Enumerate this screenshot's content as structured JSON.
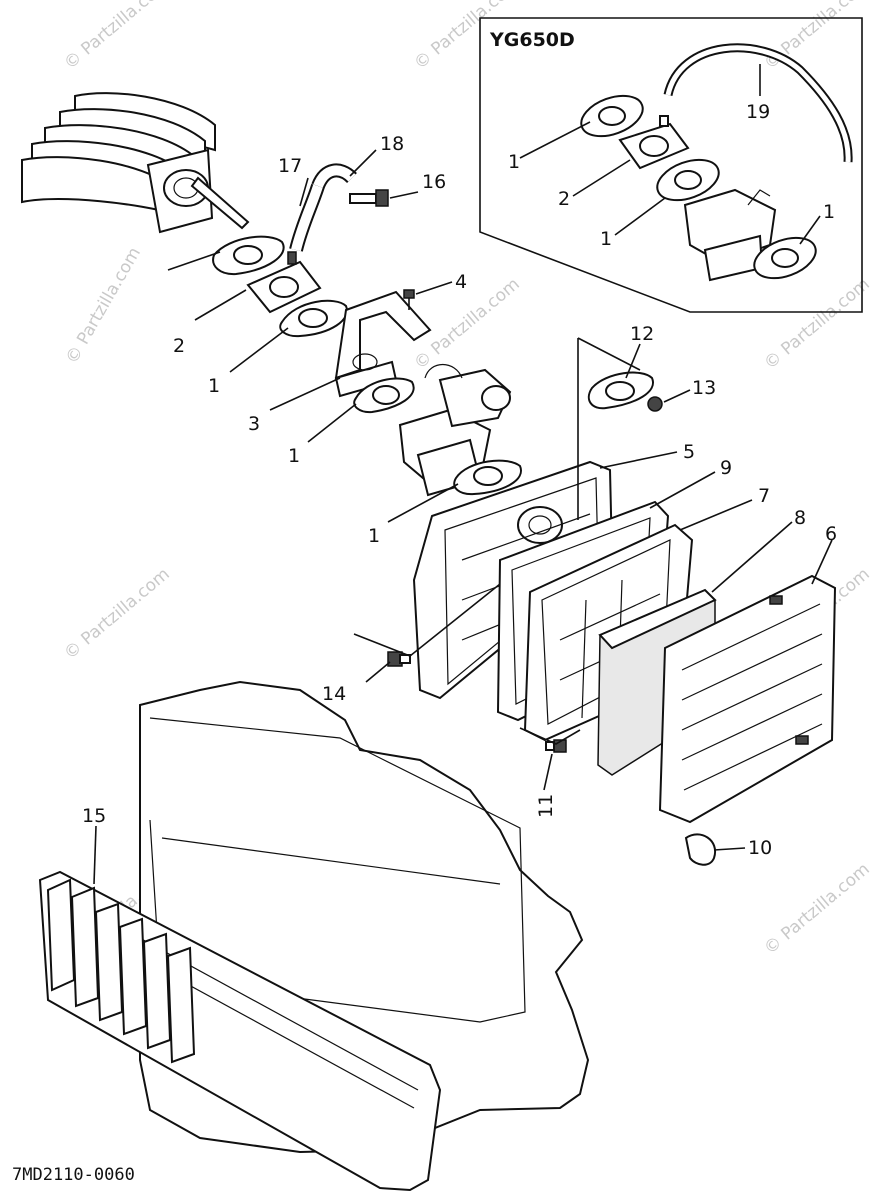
{
  "diagram": {
    "inset_model": "YG650D",
    "drawing_code": "7MD2110-0060",
    "watermark": "© Partzilla.com",
    "callouts": {
      "c1a": "1",
      "c1b": "1",
      "c1c": "1",
      "c1d": "1",
      "c1e": "1",
      "c1f": "1",
      "c2a": "2",
      "c2b": "2",
      "c3": "3",
      "c4": "4",
      "c5": "5",
      "c6": "6",
      "c7": "7",
      "c8": "8",
      "c9": "9",
      "c10": "10",
      "c11": "11",
      "c12": "12",
      "c13": "13",
      "c14": "14",
      "c15": "15",
      "c16": "16",
      "c17": "17",
      "c18": "18",
      "c19": "19"
    }
  }
}
